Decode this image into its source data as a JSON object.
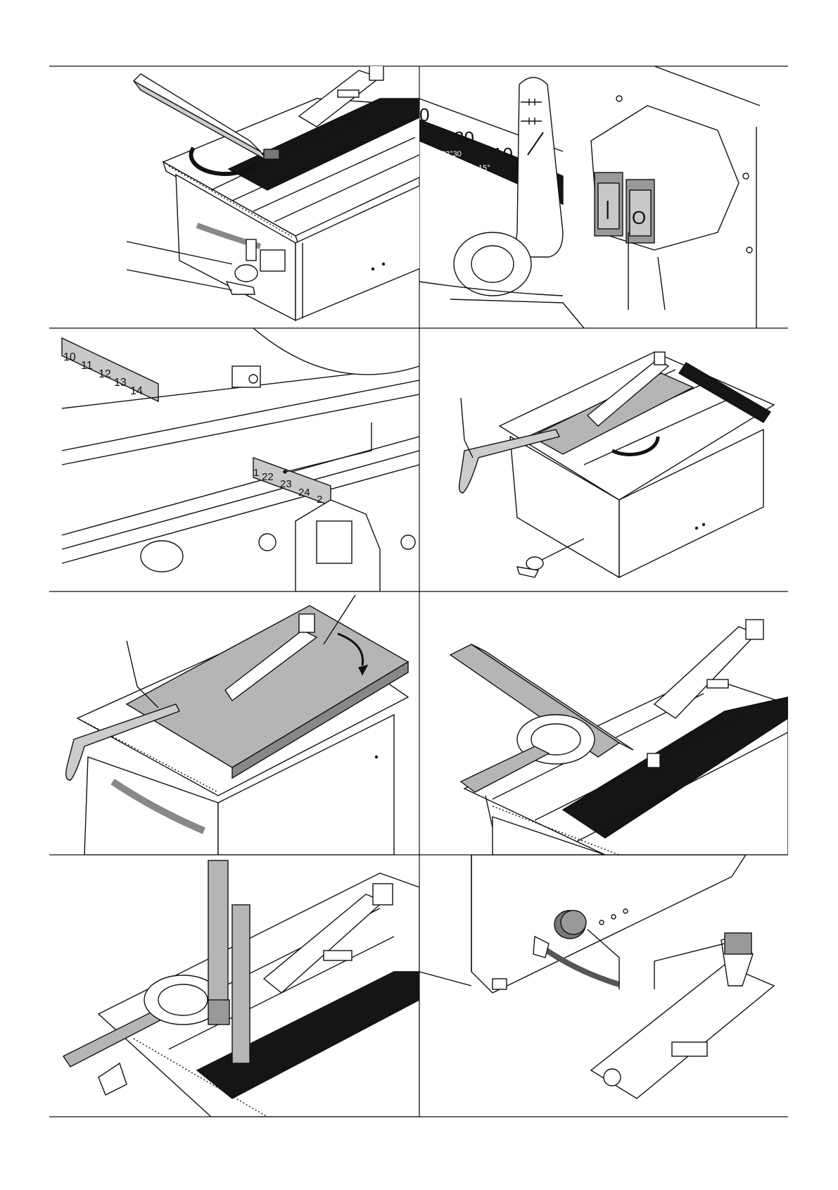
{
  "figures": [
    {
      "id": "fig-1",
      "subject": "table saw with fence rail and tilt handwheel"
    },
    {
      "id": "fig-2",
      "subject": "bevel scale and on/off switch box"
    },
    {
      "id": "fig-3",
      "subject": "fence rail with measuring scale"
    },
    {
      "id": "fig-4",
      "subject": "push stick on saw table"
    },
    {
      "id": "fig-5",
      "subject": "workpiece pushed over blade with push stick"
    },
    {
      "id": "fig-6",
      "subject": "mitre gauge with fence on saw table"
    },
    {
      "id": "fig-7",
      "subject": "mitre gauge with vertical fence attachment"
    },
    {
      "id": "fig-8",
      "subject": "dust extraction port and blade guard"
    }
  ],
  "fig2": {
    "dial_labels": [
      "0",
      "20",
      "10"
    ],
    "dial_small": [
      "22°30",
      "15°"
    ],
    "switch_on": "|",
    "switch_off": "O"
  },
  "fig3": {
    "scale_top": [
      "10",
      "11",
      "12",
      "13",
      "14"
    ],
    "scale_bottom": [
      "1",
      "22",
      "23",
      "24",
      "2"
    ]
  },
  "colors": {
    "line": "#111111",
    "fill_gray": "#b5b5b5",
    "dark_band": "#151515",
    "paper": "#ffffff"
  }
}
